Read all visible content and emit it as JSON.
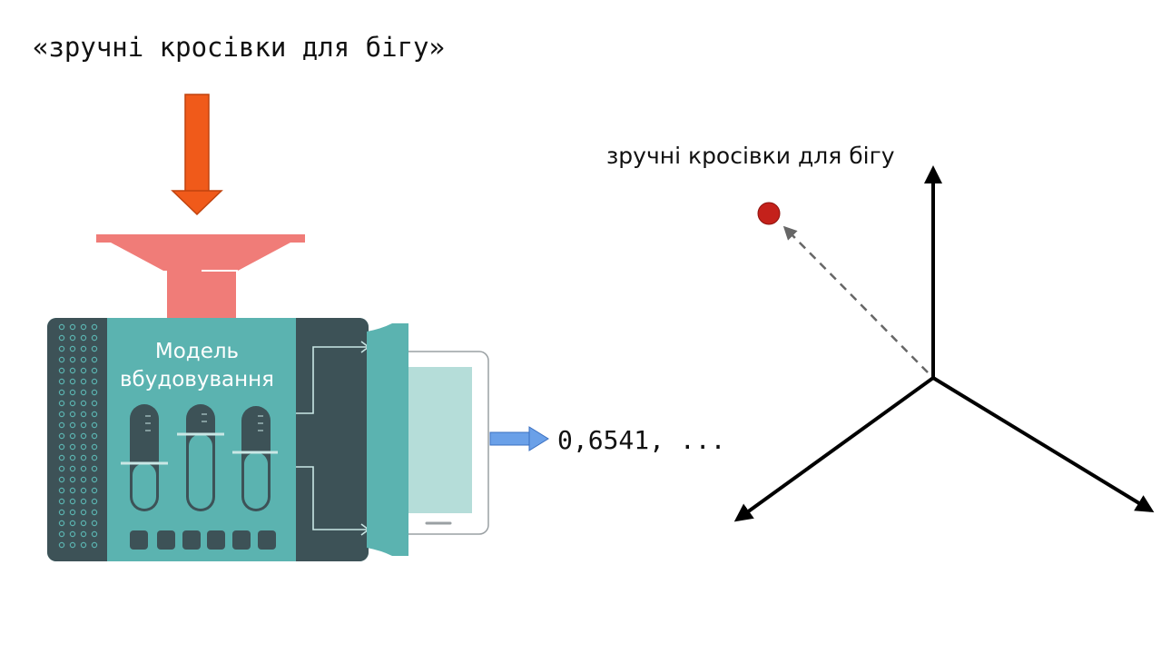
{
  "input_query": "«зручні кросівки для бігу»",
  "model": {
    "label_line1": "Модель",
    "label_line2": "вбудовування"
  },
  "output_vector": "0,6541, ...",
  "vector_space": {
    "point_label": "зручні кросівки для бігу"
  },
  "colors": {
    "input_arrow": "#f05a1a",
    "funnel": "#f07c78",
    "model_body": "#5bb3b0",
    "model_dark": "#3d5257",
    "screen_glass": "#b5ddd9",
    "output_arrow": "#6aa0e8",
    "point": "#c4211b",
    "axes": "#000000",
    "dashed_vector": "#666666"
  }
}
